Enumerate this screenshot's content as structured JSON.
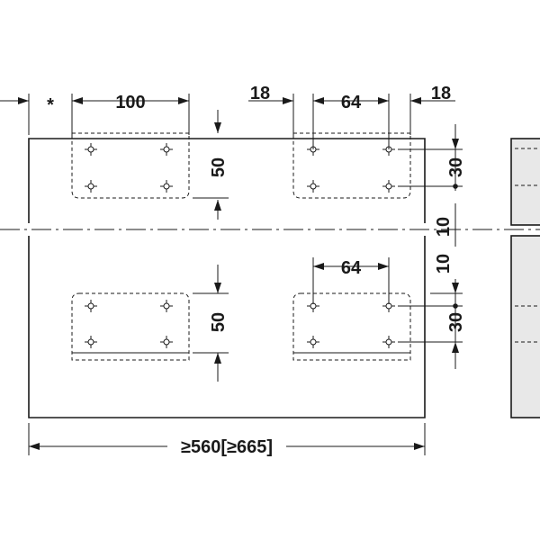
{
  "colors": {
    "line": "#1a1a1a",
    "side_panel_fill": "#e8e8e8",
    "background": "#ffffff"
  },
  "dimensions": {
    "offset_note": "*",
    "top_left_spacing": "100",
    "top_right_edge_left": "18",
    "top_right_spacing": "64",
    "top_right_edge_right": "18",
    "upper_vertical_spacing": "50",
    "upper_right_vertical": "30",
    "gap_upper": "10",
    "gap_lower": "10",
    "lower_right_spacing": "64",
    "lower_vertical_spacing": "50",
    "lower_right_vertical": "30",
    "overall_width": "≥560[≥665]"
  },
  "icons": {
    "hole": "crosshair-hole-icon"
  }
}
